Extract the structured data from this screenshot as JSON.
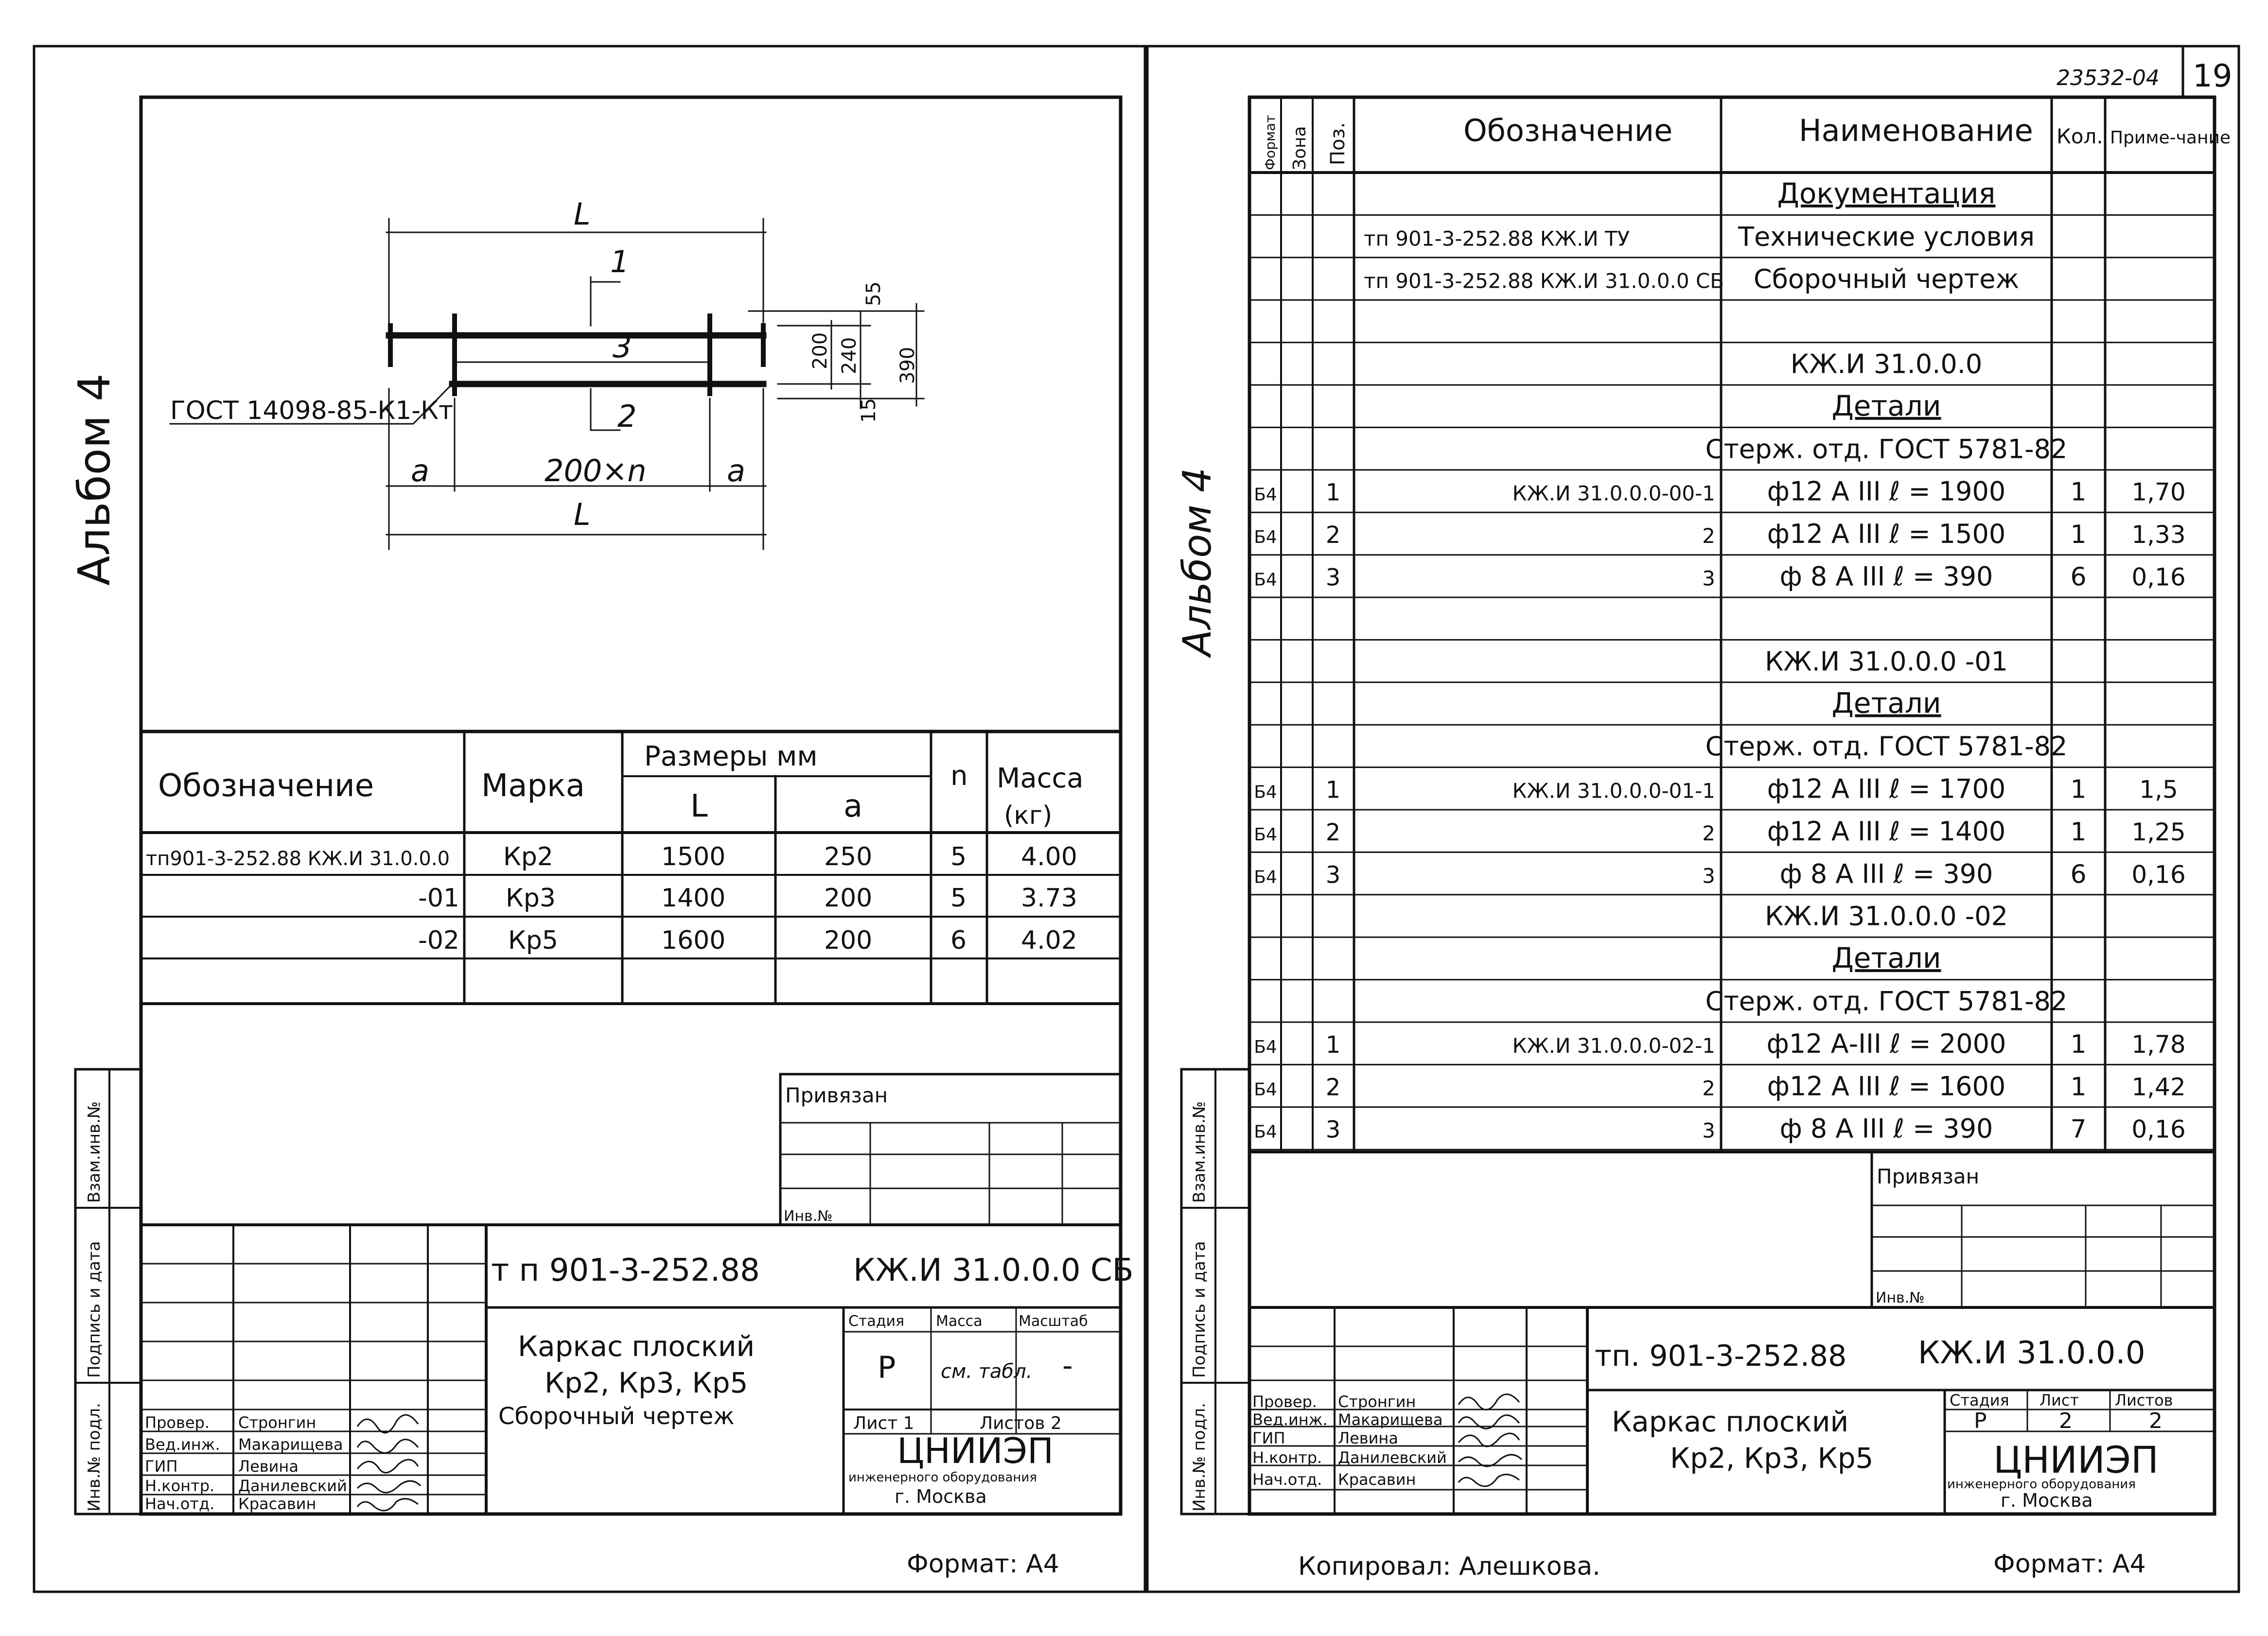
{
  "left": {
    "album": "Альбом 4",
    "drawing": {
      "dim_L_top": "L",
      "pos1": "1",
      "pos2": "2",
      "pos3": "3",
      "gost": "ГОСТ 14098-85-К1-Кт",
      "dim_a1": "a",
      "dim_200n": "200×n",
      "dim_a2": "a",
      "dim_L_bottom": "L",
      "d55": "55",
      "d200": "200",
      "d240": "240",
      "d390": "390",
      "d15": "15"
    },
    "table": {
      "h_designation": "Обозначение",
      "h_mark": "Марка",
      "h_sizes": "Размеры мм",
      "h_L": "L",
      "h_a": "a",
      "h_n": "n",
      "h_mass": "Масса",
      "h_mass_unit": "(кг)",
      "rows": [
        {
          "designation": "тп901-3-252.88 КЖ.И 31.0.0.0",
          "mark": "Кр2",
          "L": "1500",
          "a": "250",
          "n": "5",
          "mass": "4.00"
        },
        {
          "designation": "-01",
          "mark": "Кр3",
          "L": "1400",
          "a": "200",
          "n": "5",
          "mass": "3.73"
        },
        {
          "designation": "-02",
          "mark": "Кр5",
          "L": "1600",
          "a": "200",
          "n": "6",
          "mass": "4.02"
        }
      ]
    },
    "privyazan": "Привязан",
    "inv_no": "Инв.№",
    "side_labels": [
      "Инв.№ подл.",
      "Подпись и дата",
      "Взам.инв.№"
    ],
    "stamp": {
      "code": "т п 901-3-252.88",
      "code2": "КЖ.И 31.0.0.0 СБ",
      "title1": "Каркас плоский",
      "title2": "Кр2, Кр3, Кр5",
      "title3": "Сборочный чертеж",
      "h_stage": "Стадия",
      "h_mass": "Масса",
      "h_scale": "Масштаб",
      "stage": "Р",
      "mass": "см. табл.",
      "scale": "-",
      "sheet": "Лист 1",
      "sheets": "Листов 2",
      "org": "ЦНИИЭП",
      "org2": "инженерного оборудования",
      "city": "г. Москва",
      "people": [
        {
          "role": "Провер.",
          "name": "Стронгин"
        },
        {
          "role": "Вед.инж.",
          "name": "Макарищева"
        },
        {
          "role": "ГИП",
          "name": "Левина"
        },
        {
          "role": "Н.контр.",
          "name": "Данилевский"
        },
        {
          "role": "Нач.отд.",
          "name": "Красавин"
        }
      ]
    },
    "format": "Формат: А4"
  },
  "right": {
    "album": "Альбом 4",
    "doc_num": "23532-04",
    "page_num": "19",
    "headers": {
      "format": "Формат",
      "zone": "Зона",
      "pos": "Поз.",
      "designation": "Обозначение",
      "name": "Наименование",
      "qty": "Кол.",
      "note": "Приме-чание"
    },
    "rows": [
      {
        "f": "",
        "z": "",
        "p": "",
        "d": "",
        "n": "Документация",
        "q": "",
        "m": "",
        "style": "section"
      },
      {
        "f": "",
        "z": "",
        "p": "",
        "d": "тп 901-3-252.88 КЖ.И ТУ",
        "n": "Технические условия",
        "q": "",
        "m": "",
        "style": "docleft"
      },
      {
        "f": "",
        "z": "",
        "p": "",
        "d": "тп 901-3-252.88 КЖ.И 31.0.0.0 СБ",
        "n": "Сборочный чертеж",
        "q": "",
        "m": "",
        "style": "docleft"
      },
      {
        "f": "",
        "z": "",
        "p": "",
        "d": "",
        "n": "",
        "q": "",
        "m": "",
        "style": ""
      },
      {
        "f": "",
        "z": "",
        "p": "",
        "d": "",
        "n": "КЖ.И 31.0.0.0",
        "q": "",
        "m": "",
        "style": "center"
      },
      {
        "f": "",
        "z": "",
        "p": "",
        "d": "",
        "n": "Детали",
        "q": "",
        "m": "",
        "style": "section"
      },
      {
        "f": "",
        "z": "",
        "p": "",
        "d": "",
        "n": "Стерж. отд. ГОСТ 5781-82",
        "q": "",
        "m": "",
        "style": "center"
      },
      {
        "f": "Б4",
        "z": "",
        "p": "1",
        "d": "КЖ.И 31.0.0.0-00-1",
        "n": "ф12 А III ℓ = 1900",
        "q": "1",
        "m": "1,70",
        "style": ""
      },
      {
        "f": "Б4",
        "z": "",
        "p": "2",
        "d": "2",
        "n": "ф12 А III ℓ = 1500",
        "q": "1",
        "m": "1,33",
        "style": ""
      },
      {
        "f": "Б4",
        "z": "",
        "p": "3",
        "d": "3",
        "n": "ф 8 А III ℓ = 390",
        "q": "6",
        "m": "0,16",
        "style": ""
      },
      {
        "f": "",
        "z": "",
        "p": "",
        "d": "",
        "n": "",
        "q": "",
        "m": "",
        "style": ""
      },
      {
        "f": "",
        "z": "",
        "p": "",
        "d": "",
        "n": "КЖ.И 31.0.0.0 -01",
        "q": "",
        "m": "",
        "style": "center"
      },
      {
        "f": "",
        "z": "",
        "p": "",
        "d": "",
        "n": "Детали",
        "q": "",
        "m": "",
        "style": "section"
      },
      {
        "f": "",
        "z": "",
        "p": "",
        "d": "",
        "n": "Стерж. отд. ГОСТ 5781-82",
        "q": "",
        "m": "",
        "style": "center"
      },
      {
        "f": "Б4",
        "z": "",
        "p": "1",
        "d": "КЖ.И 31.0.0.0-01-1",
        "n": "ф12 А III ℓ = 1700",
        "q": "1",
        "m": "1,5",
        "style": ""
      },
      {
        "f": "Б4",
        "z": "",
        "p": "2",
        "d": "2",
        "n": "ф12 А III ℓ = 1400",
        "q": "1",
        "m": "1,25",
        "style": ""
      },
      {
        "f": "Б4",
        "z": "",
        "p": "3",
        "d": "3",
        "n": "ф 8 А III ℓ = 390",
        "q": "6",
        "m": "0,16",
        "style": ""
      },
      {
        "f": "",
        "z": "",
        "p": "",
        "d": "",
        "n": "КЖ.И 31.0.0.0 -02",
        "q": "",
        "m": "",
        "style": "center"
      },
      {
        "f": "",
        "z": "",
        "p": "",
        "d": "",
        "n": "Детали",
        "q": "",
        "m": "",
        "style": "section"
      },
      {
        "f": "",
        "z": "",
        "p": "",
        "d": "",
        "n": "Стерж. отд. ГОСТ 5781-82",
        "q": "",
        "m": "",
        "style": "center"
      },
      {
        "f": "Б4",
        "z": "",
        "p": "1",
        "d": "КЖ.И 31.0.0.0-02-1",
        "n": "ф12 А-III ℓ = 2000",
        "q": "1",
        "m": "1,78",
        "style": ""
      },
      {
        "f": "Б4",
        "z": "",
        "p": "2",
        "d": "2",
        "n": "ф12 А III ℓ = 1600",
        "q": "1",
        "m": "1,42",
        "style": ""
      },
      {
        "f": "Б4",
        "z": "",
        "p": "3",
        "d": "3",
        "n": "ф 8 А III ℓ = 390",
        "q": "7",
        "m": "0,16",
        "style": ""
      }
    ],
    "privyazan": "Привязан",
    "inv_no": "Инв.№",
    "side_labels": [
      "Инв.№ подл.",
      "Подпись и дата",
      "Взам.инв.№"
    ],
    "stamp": {
      "code": "тп. 901-3-252.88",
      "code2": "КЖ.И 31.0.0.0",
      "title1": "Каркас плоский",
      "title2": "Кр2, Кр3, Кр5",
      "h_stage": "Стадия",
      "h_sheet": "Лист",
      "h_sheets": "Листов",
      "stage": "Р",
      "sheet": "2",
      "sheets": "2",
      "org": "ЦНИИЭП",
      "org2": "инженерного оборудования",
      "city": "г. Москва",
      "people": [
        {
          "role": "Провер.",
          "name": "Стронгин"
        },
        {
          "role": "Вед.инж.",
          "name": "Макарищева"
        },
        {
          "role": "ГИП",
          "name": "Левина"
        },
        {
          "role": "Н.контр.",
          "name": "Данилевский"
        },
        {
          "role": "Нач.отд.",
          "name": "Красавин"
        }
      ]
    },
    "copied": "Копировал: Алешкова.",
    "format": "Формат: А4"
  }
}
